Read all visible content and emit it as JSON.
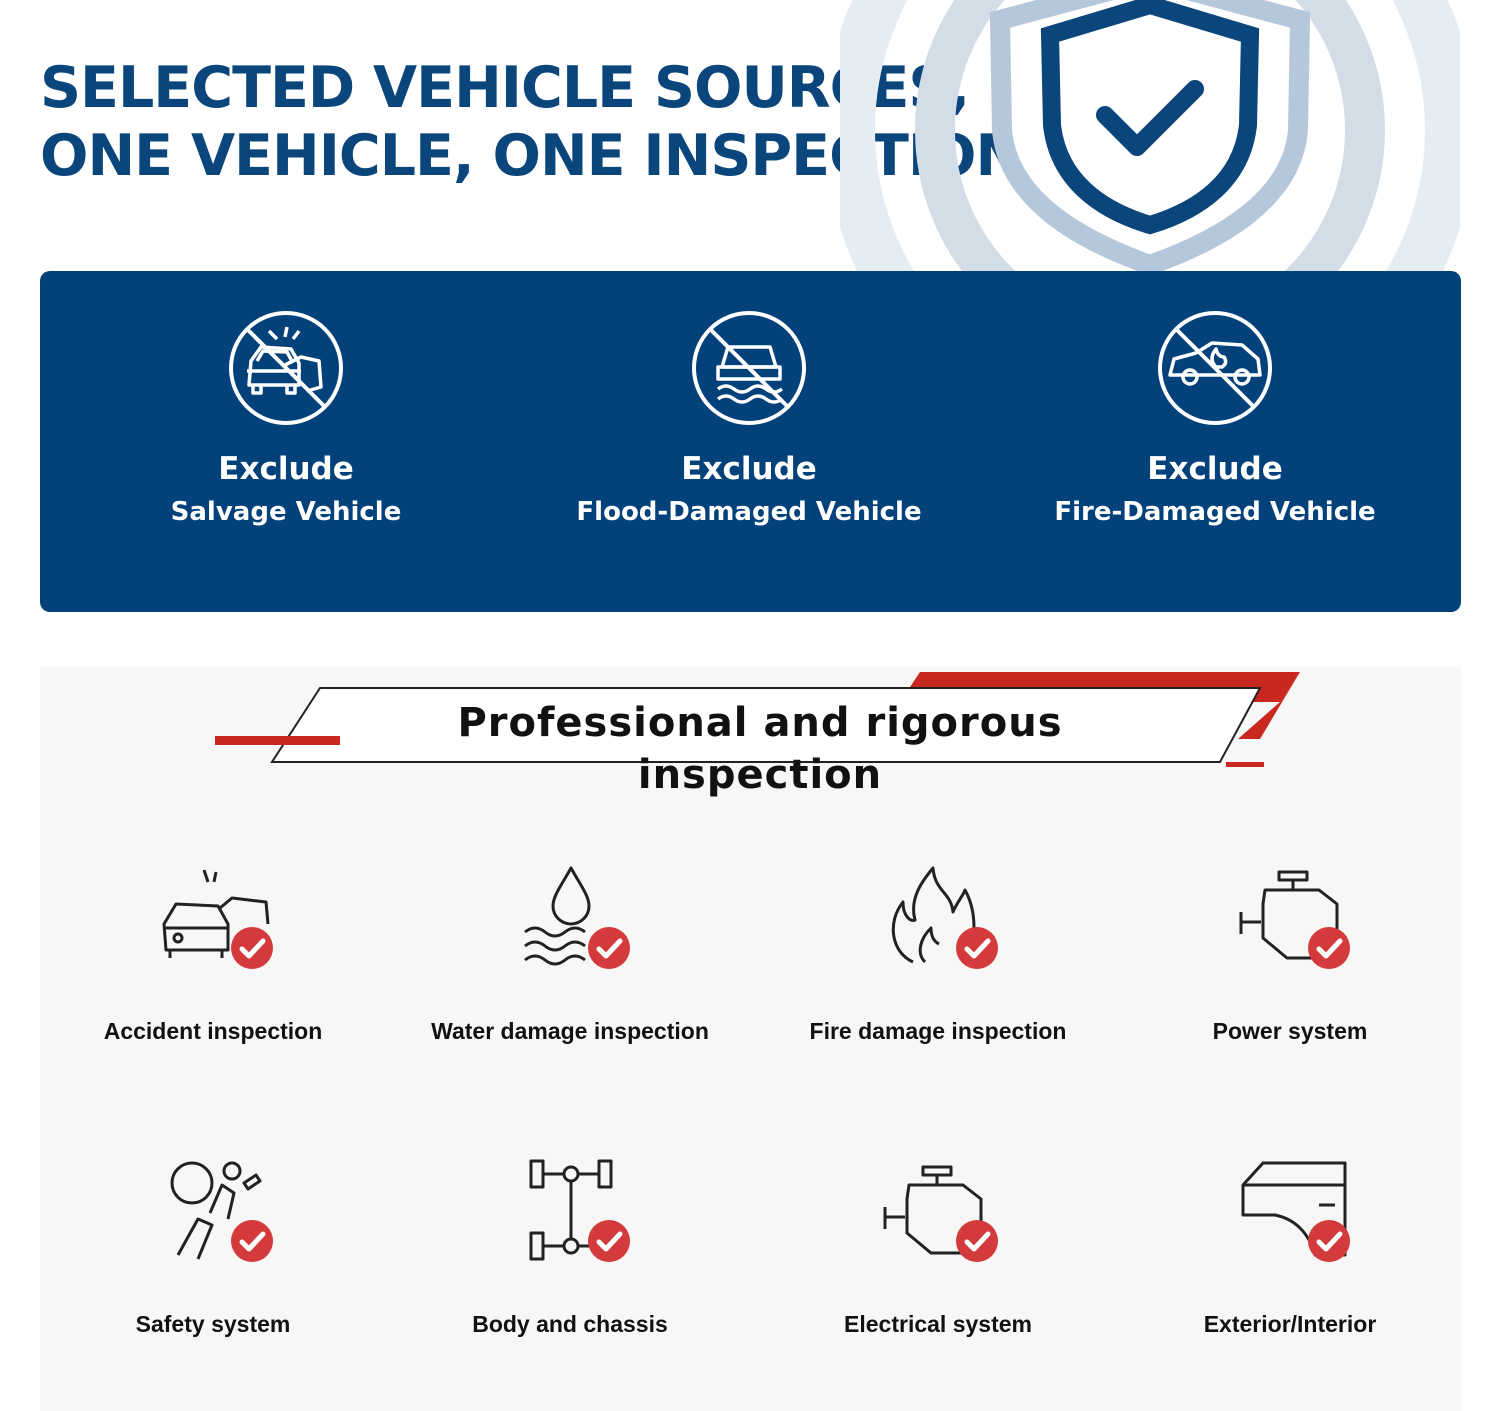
{
  "hero": {
    "title_line1": "SELECTED VEHICLE SOURCES,",
    "title_line2": "ONE VEHICLE, ONE INSPECTION",
    "shield_icon": "shield-check-icon",
    "colors": {
      "title": "#0a457b",
      "panel": "#03417a",
      "accent": "#c8281e"
    }
  },
  "exclusions": [
    {
      "icon": "no-salvage-car-icon",
      "heading": "Exclude",
      "label": "Salvage Vehicle"
    },
    {
      "icon": "no-flood-car-icon",
      "heading": "Exclude",
      "label": "Flood-Damaged Vehicle"
    },
    {
      "icon": "no-fire-car-icon",
      "heading": "Exclude",
      "label": "Fire-Damaged Vehicle"
    }
  ],
  "inspection": {
    "title": "Professional and rigorous inspection",
    "items": [
      {
        "icon": "car-accident-check-icon",
        "label": "Accident inspection"
      },
      {
        "icon": "water-drop-check-icon",
        "label": "Water damage inspection"
      },
      {
        "icon": "flame-check-icon",
        "label": "Fire damage inspection"
      },
      {
        "icon": "engine-check-icon",
        "label": "Power system"
      },
      {
        "icon": "airbag-check-icon",
        "label": "Safety system"
      },
      {
        "icon": "chassis-check-icon",
        "label": "Body and chassis"
      },
      {
        "icon": "engine-electrical-check-icon",
        "label": "Electrical system"
      },
      {
        "icon": "car-door-check-icon",
        "label": "Exterior/Interior"
      }
    ]
  }
}
